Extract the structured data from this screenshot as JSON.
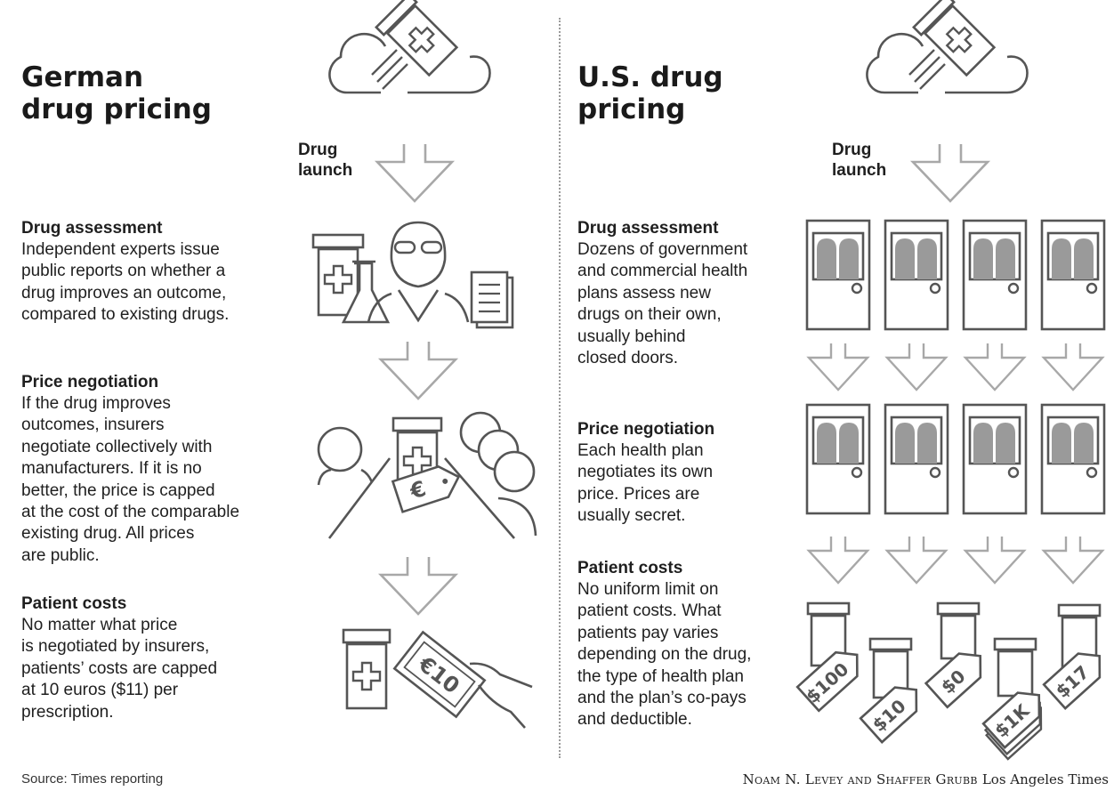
{
  "germany": {
    "title_line1": "German",
    "title_line2": "drug pricing",
    "launch_label": "Drug\nlaunch",
    "assessment": {
      "heading": "Drug assessment",
      "text": "Independent experts issue\npublic reports on whether a\ndrug improves an outcome,\ncompared to existing drugs."
    },
    "negotiation": {
      "heading": "Price negotiation",
      "text": "If the drug improves\noutcomes, insurers\nnegotiate collectively with\nmanufacturers. If it is no\nbetter, the price is capped\nat the cost of the comparable\nexisting drug. All prices\nare public."
    },
    "costs": {
      "heading": "Patient costs",
      "text": "No matter what price\nis negotiated by insurers,\npatients’ costs are capped\nat 10 euros ($11) per\nprescription."
    },
    "euro_tag": "€",
    "banknote": "€10"
  },
  "us": {
    "title_line1": "U.S. drug",
    "title_line2": "pricing",
    "launch_label": "Drug\nlaunch",
    "assessment": {
      "heading": "Drug assessment",
      "text": "Dozens of government\nand commercial health\nplans assess new\ndrugs on their own,\nusually behind\nclosed doors."
    },
    "negotiation": {
      "heading": "Price negotiation",
      "text": "Each health plan\nnegotiates its own\nprice. Prices are\nusually secret."
    },
    "costs": {
      "heading": "Patient costs",
      "text": "No uniform limit on\npatient costs. What\npatients pay varies\ndepending on the drug,\nthe type of health plan\nand the plan’s co-pays\nand deductible."
    },
    "price_tags": [
      "$100",
      "$10",
      "$0",
      "$1K",
      "$17"
    ]
  },
  "footer": {
    "source": "Source: Times reporting",
    "credit": "Noam N. Levey and Shaffer Grubb",
    "brand": "Los Angeles Times"
  },
  "colors": {
    "ink": "#1f1f1f",
    "icon_dark": "#555555",
    "icon_light": "#a8a8a8",
    "door_fill": "#9a9a9a"
  },
  "icons": [
    "rocket-pill-icon",
    "cloud-icon",
    "arrow-down-icon",
    "pill-bottle-icon",
    "flask-icon",
    "scientist-icon",
    "report-icon",
    "person-icon",
    "price-tag-icon",
    "banknote-icon",
    "hand-icon",
    "door-icon"
  ]
}
